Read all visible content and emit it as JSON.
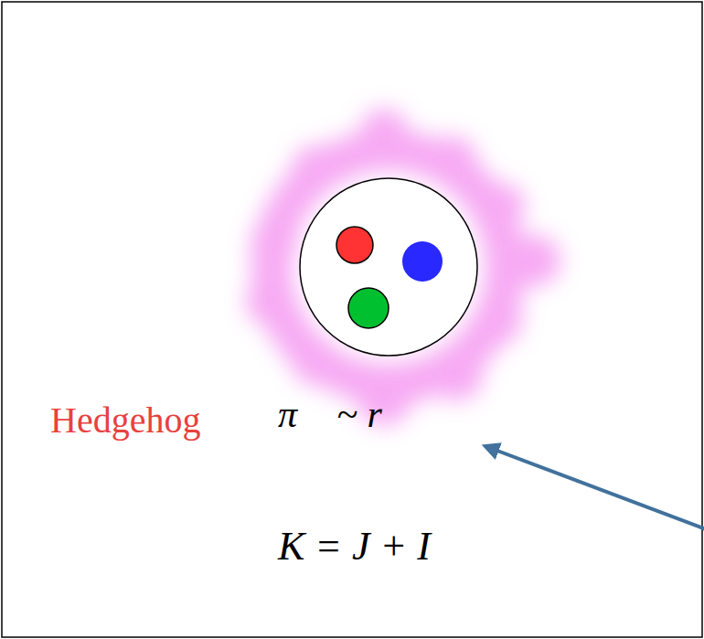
{
  "diagram": {
    "labels": [
      "Hedgehog",
      "π⃗ ~ r⃗",
      "K = J + I"
    ]
  }
}
